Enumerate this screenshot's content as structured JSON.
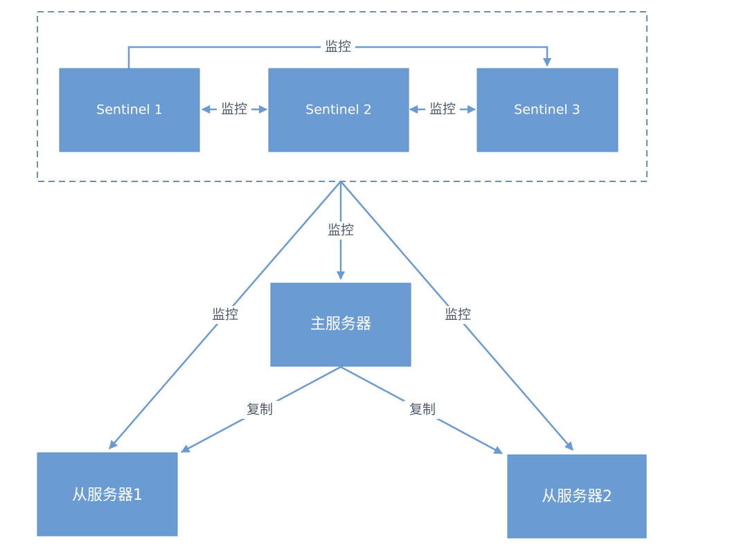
{
  "nodes": {
    "sentinel_1": "Sentinel 1",
    "sentinel_2": "Sentinel 2",
    "sentinel_3": "Sentinel 3",
    "master": "主服务器",
    "slave_1": "从服务器1",
    "slave_2": "从服务器2"
  },
  "edges": {
    "s1_to_s3": "监控",
    "s1_s2": "监控",
    "s2_s3": "监控",
    "sentinels_to_master": "监控",
    "sentinels_to_slave_1": "监控",
    "sentinels_to_slave_2": "监控",
    "master_to_slave_1": "复制",
    "master_to_slave_2": "复制"
  },
  "colors": {
    "node_fill": "#6b9bd3",
    "edge": "#6a9ad0",
    "cluster_border": "#6a8fbf"
  }
}
